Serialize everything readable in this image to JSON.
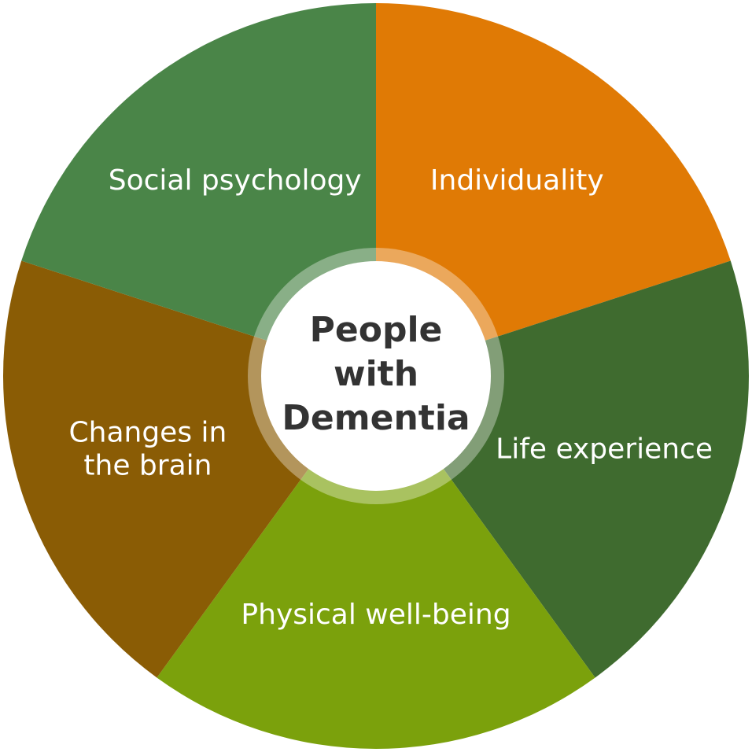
{
  "diagram": {
    "center": {
      "lines": [
        "People",
        "with",
        "Dementia"
      ],
      "fill": "#ffffff",
      "text_color": "#333333"
    },
    "segments": [
      {
        "label": [
          "Individuality"
        ],
        "color": "#e07a05"
      },
      {
        "label": [
          "Life experience"
        ],
        "color": "#3f6b2f"
      },
      {
        "label": [
          "Physical well-being"
        ],
        "color": "#7ba10c"
      },
      {
        "label": [
          "Changes in",
          "the brain"
        ],
        "color": "#8a5c05"
      },
      {
        "label": [
          "Social psychology"
        ],
        "color": "#4a8548"
      }
    ]
  }
}
